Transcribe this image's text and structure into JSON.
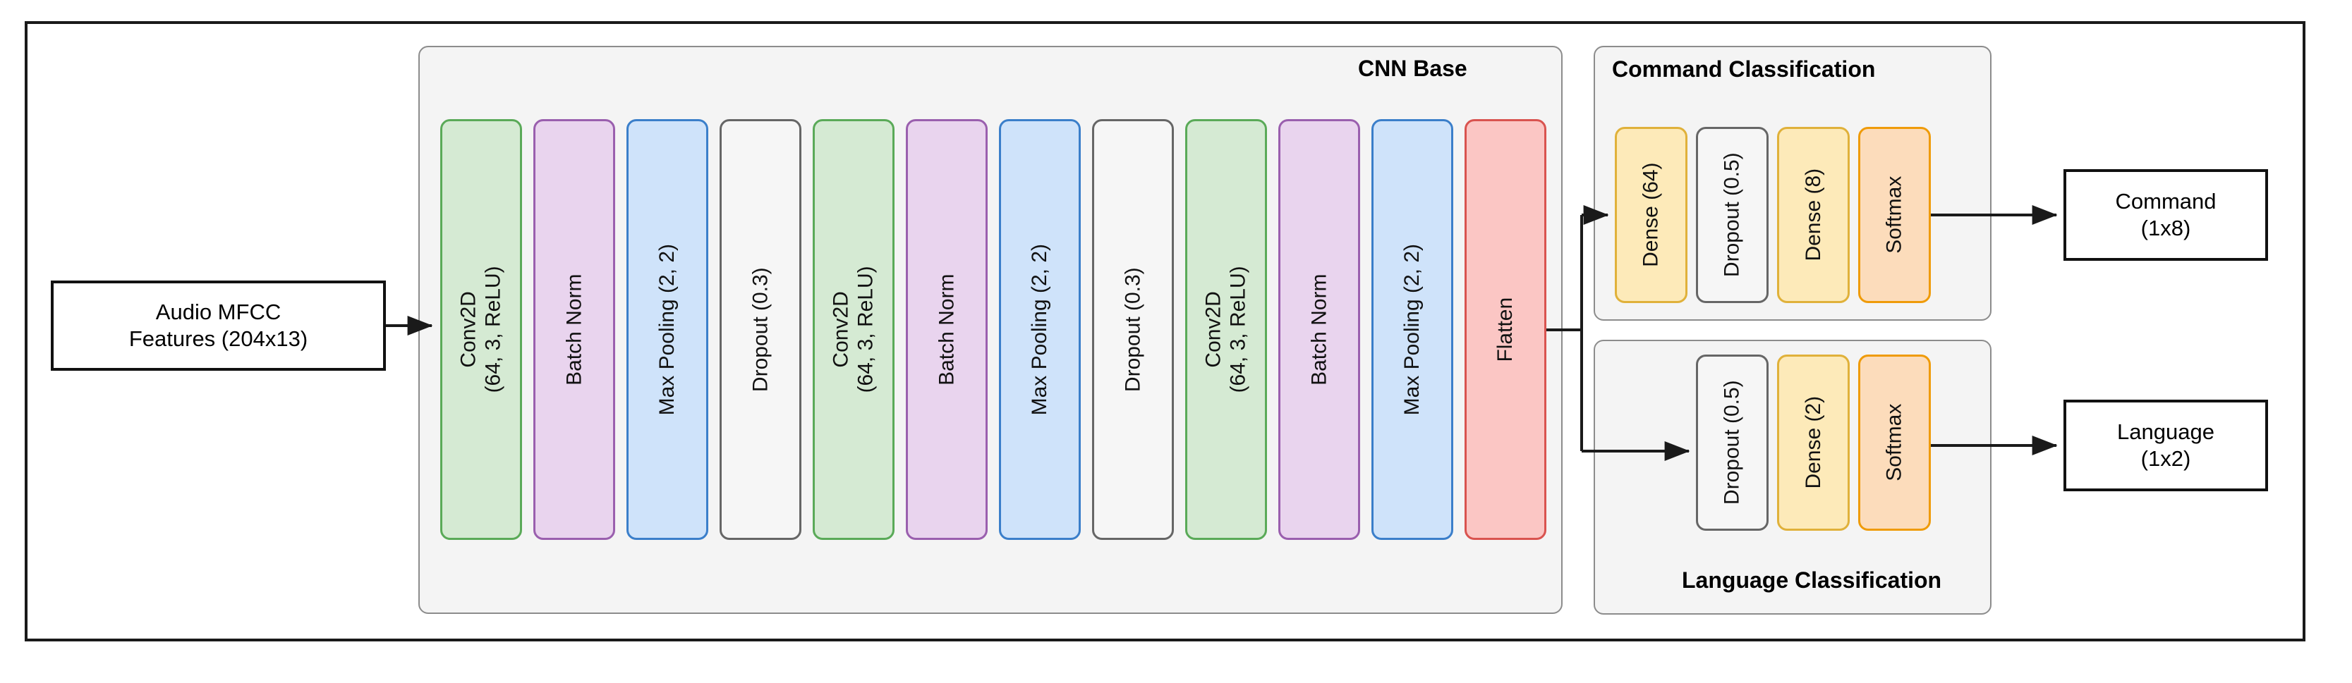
{
  "diagram": {
    "title_hidden": "",
    "groups": [
      {
        "id": "cnn-base",
        "label": "CNN Base",
        "label_position": "top-right"
      },
      {
        "id": "command-classification",
        "label": "Command Classification",
        "label_position": "top-left"
      },
      {
        "id": "language-classification",
        "label": "Language Classification",
        "label_position": "bottom-right"
      }
    ],
    "input": {
      "name": "audio-mfcc-input",
      "line1": "Audio MFCC",
      "line2": "Features (204x13)"
    },
    "cnn_layers": [
      {
        "kind": "conv",
        "line1": "Conv2D",
        "line2": "(64, 3, ReLU)",
        "color": "#d5ead3"
      },
      {
        "kind": "bn",
        "line1": "Batch Norm",
        "line2": "",
        "color": "#e9d4ee"
      },
      {
        "kind": "pool",
        "line1": "Max Pooling (2, 2)",
        "line2": "",
        "color": "#cfe3fa"
      },
      {
        "kind": "drop",
        "line1": "Dropout (0.3)",
        "line2": "",
        "color": "#f6f6f6"
      },
      {
        "kind": "conv",
        "line1": "Conv2D",
        "line2": "(64, 3, ReLU)",
        "color": "#d5ead3"
      },
      {
        "kind": "bn",
        "line1": "Batch Norm",
        "line2": "",
        "color": "#e9d4ee"
      },
      {
        "kind": "pool",
        "line1": "Max Pooling (2, 2)",
        "line2": "",
        "color": "#cfe3fa"
      },
      {
        "kind": "drop",
        "line1": "Dropout (0.3)",
        "line2": "",
        "color": "#f6f6f6"
      },
      {
        "kind": "conv",
        "line1": "Conv2D",
        "line2": "(64, 3, ReLU)",
        "color": "#d5ead3"
      },
      {
        "kind": "bn",
        "line1": "Batch Norm",
        "line2": "",
        "color": "#e9d4ee"
      },
      {
        "kind": "pool",
        "line1": "Max Pooling (2, 2)",
        "line2": "",
        "color": "#cfe3fa"
      },
      {
        "kind": "flat",
        "line1": "Flatten",
        "line2": "",
        "color": "#fbc6c4"
      }
    ],
    "command_head": [
      {
        "kind": "dense",
        "line1": "Dense (64)",
        "color": "#fdeab9"
      },
      {
        "kind": "drop",
        "line1": "Dropout (0.5)",
        "color": "#f6f6f6"
      },
      {
        "kind": "dense",
        "line1": "Dense (8)",
        "color": "#fdeab9"
      },
      {
        "kind": "soft",
        "line1": "Softmax",
        "color": "#fcdcbb"
      }
    ],
    "language_head": [
      {
        "kind": "drop",
        "line1": "Dropout (0.5)",
        "color": "#f6f6f6"
      },
      {
        "kind": "dense",
        "line1": "Dense (2)",
        "color": "#fdeab9"
      },
      {
        "kind": "soft",
        "line1": "Softmax",
        "color": "#fcdcbb"
      }
    ],
    "outputs": [
      {
        "name": "command-output",
        "line1": "Command",
        "line2": "(1x8)"
      },
      {
        "name": "language-output",
        "line1": "Language",
        "line2": "(1x2)"
      }
    ],
    "colors": {
      "frame": "#111111",
      "group_fill": "#f4f4f4",
      "group_border": "#8c8c8c",
      "arrow": "#1a1a1a",
      "conv_fill": "#d5ead3",
      "conv_border": "#5aaa58",
      "bn_fill": "#e9d4ee",
      "bn_border": "#9a5fae",
      "pool_fill": "#cfe3fa",
      "pool_border": "#3b7fca",
      "dropout_fill": "#f6f6f6",
      "dropout_border": "#666666",
      "flatten_fill": "#fbc6c4",
      "flatten_border": "#d9534f",
      "dense_fill": "#fdeab9",
      "dense_border": "#e0b13a",
      "softmax_fill": "#fcdcbb",
      "softmax_border": "#ef9b09"
    }
  }
}
